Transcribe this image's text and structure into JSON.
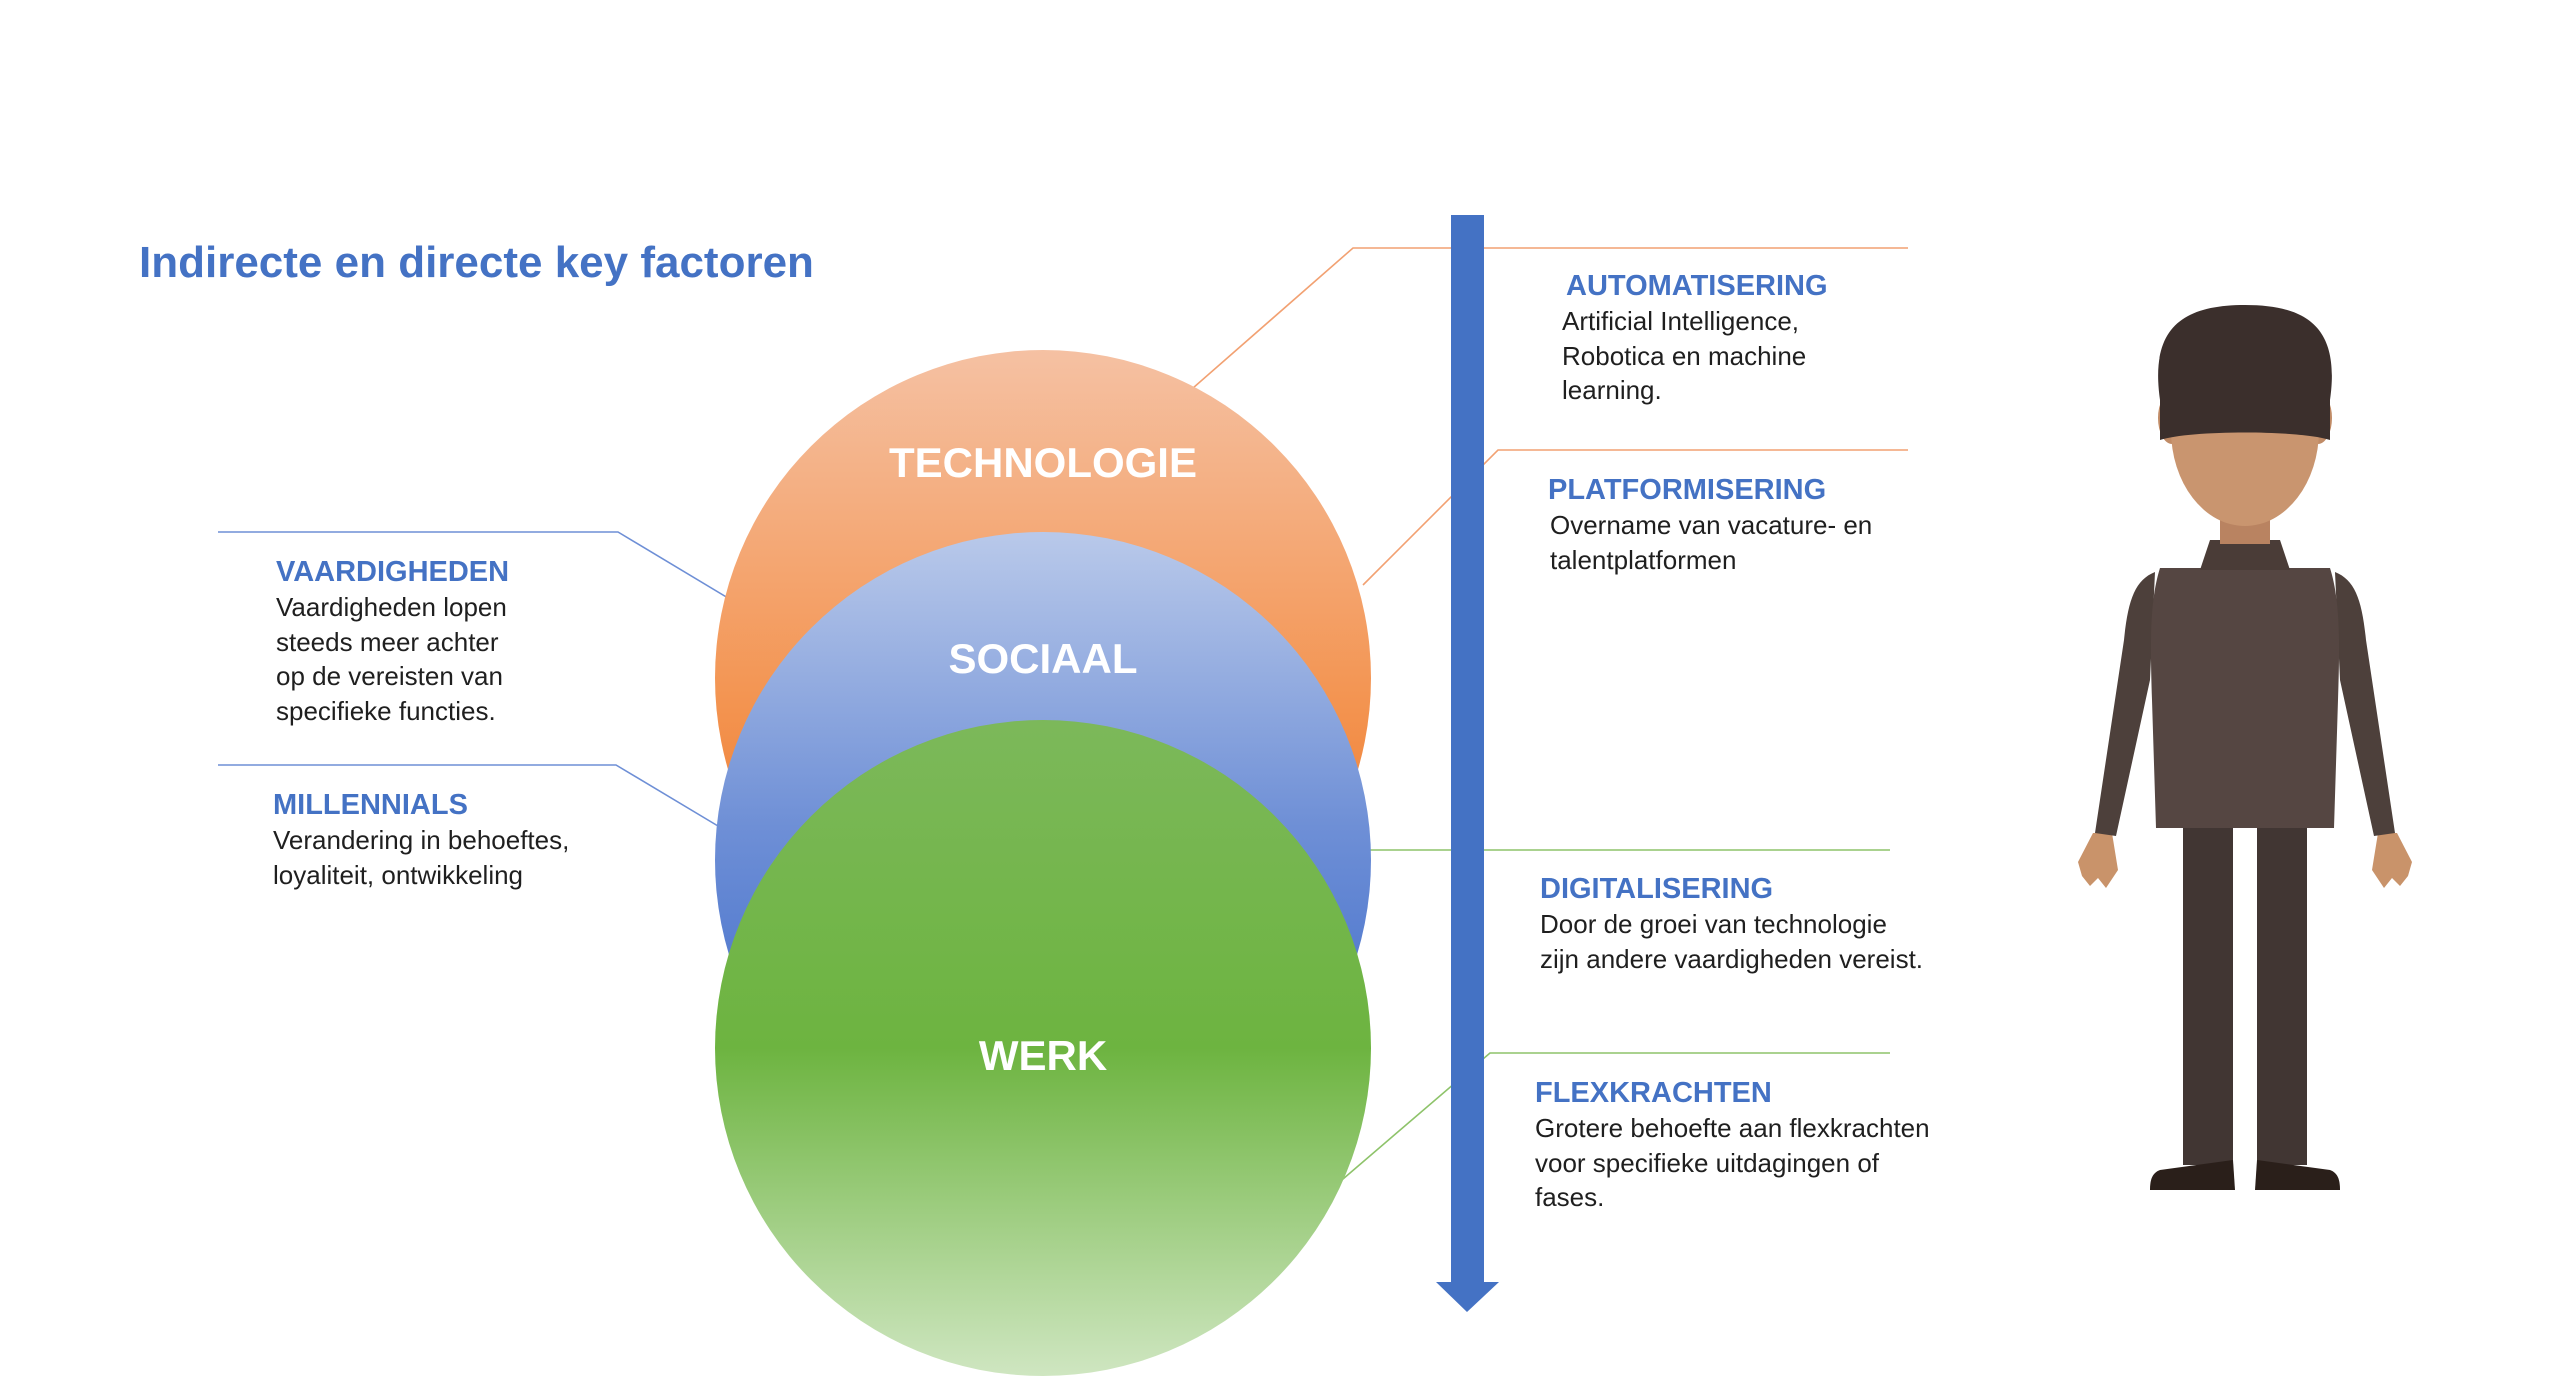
{
  "title": "Indirecte en directe key factoren",
  "circles": {
    "technologie": "TECHNOLOGIE",
    "sociaal": "SOCIAAL",
    "werk": "WERK"
  },
  "left_factors": [
    {
      "heading": "VAARDIGHEDEN",
      "text": "Vaardigheden lopen\nsteeds meer achter\nop de vereisten van\nspecifieke functies."
    },
    {
      "heading": "MILLENNIALS",
      "text": "Verandering in behoeftes,\nloyaliteit, ontwikkeling"
    }
  ],
  "right_factors": [
    {
      "heading": "AUTOMATISERING",
      "text": "Artificial Intelligence,\nRobotica en machine\nlearning."
    },
    {
      "heading": "PLATFORMISERING",
      "text": "Overname van vacature- en\ntalentplatformen"
    },
    {
      "heading": "DIGITALISERING",
      "text": "Door de groei van technologie\nzijn andere vaardigheden vereist."
    },
    {
      "heading": "FLEXKRACHTEN",
      "text": "Grotere behoefte aan flexkrachten\nvoor specifieke uitdagingen of\nfases."
    }
  ],
  "colors": {
    "title": "#4472c4",
    "technologie": "#f27d2e",
    "sociaal": "#4472c4",
    "werk": "#70ad47",
    "arrow": "#4472c4"
  },
  "icons": {
    "person": "person-figure-icon",
    "arrow": "down-arrow-icon"
  }
}
